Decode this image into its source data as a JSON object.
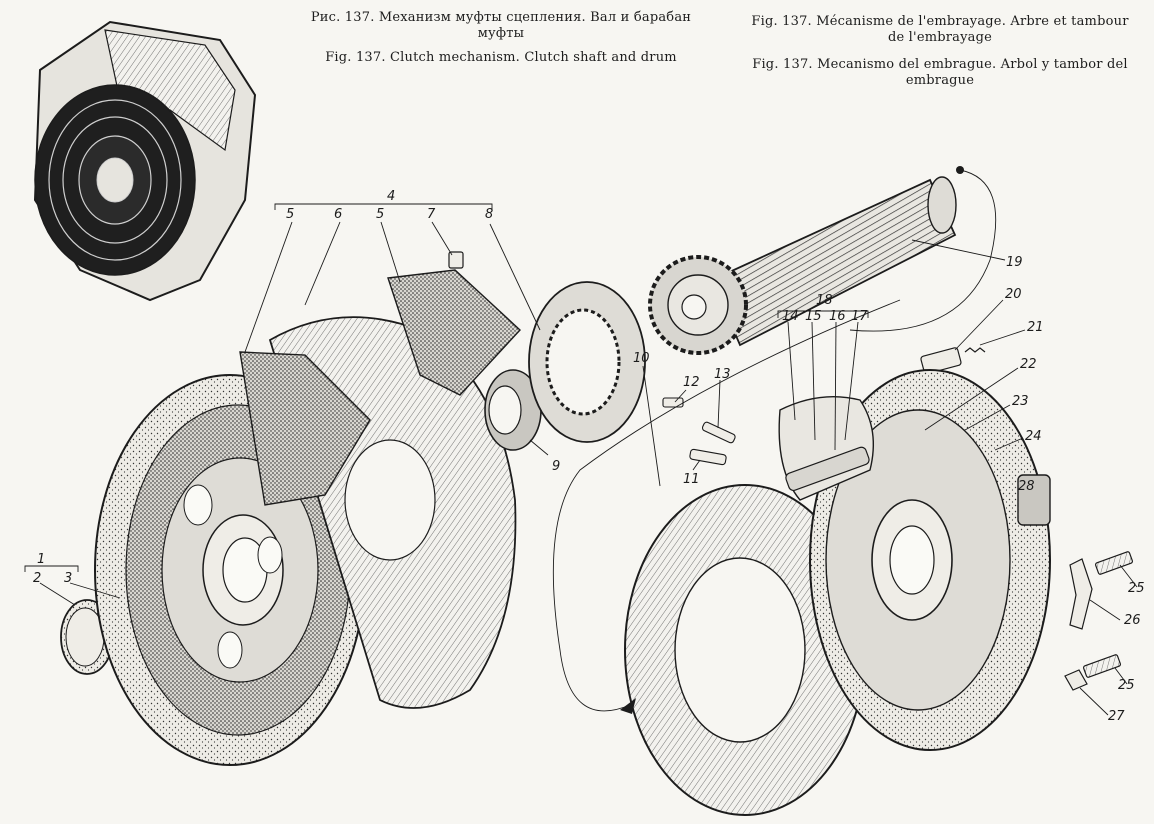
{
  "captions": {
    "ru": [
      "Рис. 137. Механизм муфты сцепления. Вал и барабан",
      "муфты"
    ],
    "en": [
      "Fig. 137. Clutch mechanism. Clutch shaft and drum"
    ],
    "fr": [
      "Fig. 137. Mécanisme de l'embrayage. Arbre et tambour",
      "de l'embrayage"
    ],
    "es": [
      "Fig. 137. Mecanismo del embrague. Arbol y tambor del",
      "embrague"
    ]
  },
  "labels": {
    "n1": "1",
    "n2": "2",
    "n3": "3",
    "n4": "4",
    "n5a": "5",
    "n6": "6",
    "n5b": "5",
    "n7": "7",
    "n8": "8",
    "n9": "9",
    "n10": "10",
    "n11": "11",
    "n12": "12",
    "n13": "13",
    "n14": "14",
    "n15": "15",
    "n16": "16",
    "n17": "17",
    "n18": "18",
    "n19": "19",
    "n20": "20",
    "n21": "21",
    "n22": "22",
    "n23": "23",
    "n24": "24",
    "n25a": "25",
    "n25b": "25",
    "n26": "26",
    "n27": "27",
    "n28": "28"
  }
}
